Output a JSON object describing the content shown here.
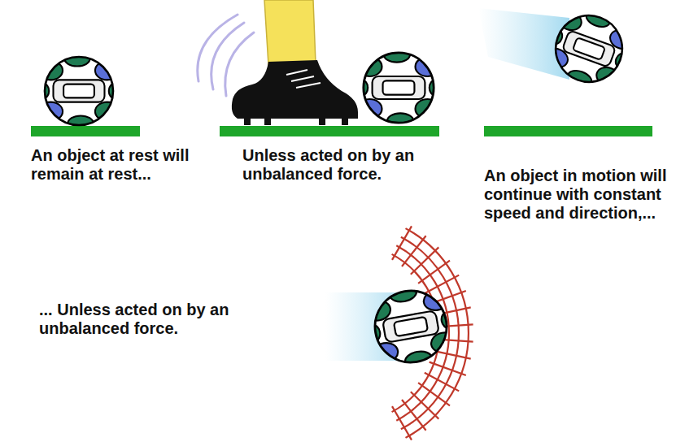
{
  "diagram": {
    "labels": [
      "An object at rest will remain at rest...",
      "Unless acted on by an unbalanced force.",
      "An object in motion will continue with constant speed and direction,...",
      "... Unless acted on by an unbalanced force."
    ]
  }
}
